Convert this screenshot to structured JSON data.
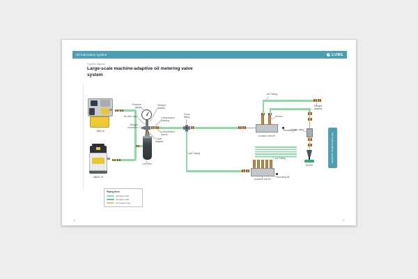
{
  "page": {
    "header": {
      "section": "Oil lubrication system",
      "brand": "LUBE"
    },
    "eyebrow": "System layout",
    "title": "Large-scale machine-adaptive oil metering valve system",
    "side_tab": "Oil lubrication system",
    "page_number_left": "8",
    "page_number_right": "9"
  },
  "diagram": {
    "pumps": {
      "top_label": "AMZ-III",
      "bottom_label": "MMXL-III"
    },
    "annotations": {
      "pressure_gauge": "Pressure gauge",
      "straight_adapter_top": "Straight adapter",
      "air_vent_valve": "Air vent valve",
      "straight_connector": "Straight connector",
      "compression_bushing": "Compression bushing",
      "compression_sleeve": "Compression sleeve",
      "t_type_adapter": "T-type adapter",
      "line_filter": "Line filter",
      "cross_fitting": "Cross fitting",
      "tubing_o6": "ø6 Tubing",
      "tubing_o4_top": "ø4 Tubing",
      "straight_adapter_right": "Straight adapter",
      "sensor": "Sensor",
      "mounting_kit_upper": "Mounting kit",
      "junction_upper": "Junction unit MV",
      "check_valve": "Check valve",
      "nozzle": "Nozzle",
      "tubing_o4_lower": "ø4 Tubing",
      "mounting_kit_lower": "Mounting kit",
      "junction_lower": "Junction unit MV"
    },
    "legend": {
      "title": "Piping lines",
      "items": [
        {
          "label": "ø6 Nylon tube",
          "color": "#8fd7a6"
        },
        {
          "label": "ø4 Nylon tube",
          "color": "#5ec997"
        },
        {
          "label": "ø4 Copper pipe",
          "color": "#f0bd7e"
        }
      ]
    },
    "colors": {
      "accent_teal": "#4f9db3",
      "tube_green": "#8fd7a6",
      "copper": "#e2aa63",
      "fitting_brass": "#c99a55"
    }
  }
}
